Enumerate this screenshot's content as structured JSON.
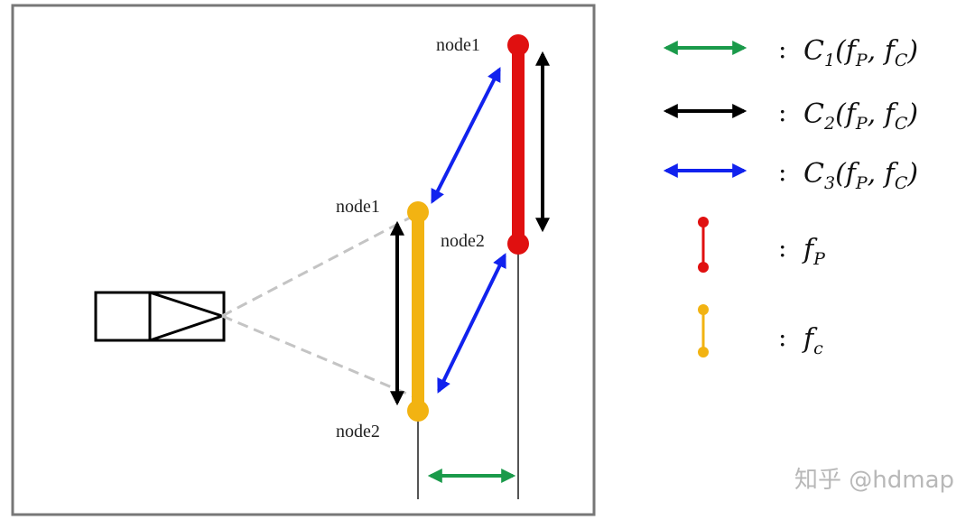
{
  "diagram": {
    "previous_node_label_top": "node1",
    "previous_node_label_bottom": "node2",
    "current_node_label_top": "node1",
    "current_node_label_bottom": "node2"
  },
  "legend": {
    "items": [
      {
        "key": "c1",
        "color": "#1a9a4a",
        "symbol": "double-arrow",
        "text": "C₁(f_P, f_C)"
      },
      {
        "key": "c2",
        "color": "#000000",
        "symbol": "double-arrow",
        "text": "C₂(f_P, f_C)"
      },
      {
        "key": "c3",
        "color": "#1122ee",
        "symbol": "double-arrow",
        "text": "C₃(f_P, f_C)"
      },
      {
        "key": "fp",
        "color": "#e01010",
        "symbol": "segment",
        "text": "f_P"
      },
      {
        "key": "fc",
        "color": "#f2b312",
        "symbol": "segment",
        "text": "f_c"
      }
    ]
  },
  "watermark": {
    "text": "知乎 @hdmap"
  },
  "colors": {
    "previous_feature": "#e01010",
    "current_feature": "#f2b312",
    "frame": "#777777",
    "view_lines": "#c4c4c4"
  }
}
